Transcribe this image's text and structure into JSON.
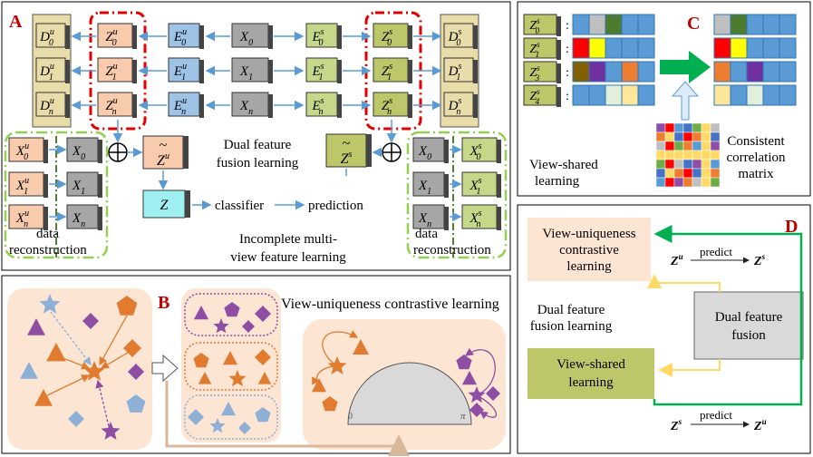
{
  "panelA": {
    "letter": "A",
    "rows": [
      {
        "D_left": "D",
        "D_left_sup": "u",
        "D_left_sub": "0",
        "Zu": "Z",
        "Zu_sub": "0",
        "Eu": "E",
        "Eu_sub": "0",
        "X": "X",
        "X_sub": "0",
        "Es": "E",
        "Es_sub": "0",
        "Zs": "Z",
        "Zs_sub": "0",
        "D_right": "D",
        "D_right_sub": "0"
      },
      {
        "D_left": "D",
        "D_left_sup": "u",
        "D_left_sub": "1",
        "Zu": "Z",
        "Zu_sub": "1",
        "Eu": "E",
        "Eu_sub": "1",
        "X": "X",
        "X_sub": "1",
        "Es": "E",
        "Es_sub": "1",
        "Zs": "Z",
        "Zs_sub": "1",
        "D_right": "D",
        "D_right_sub": "1"
      },
      {
        "D_left": "D",
        "D_left_sup": "u",
        "D_left_sub": "n",
        "Zu": "Z",
        "Zu_sub": "n",
        "Eu": "E",
        "Eu_sub": "n",
        "X": "X",
        "X_sub": "n",
        "Es": "E",
        "Es_sub": "n",
        "Zs": "Z",
        "Zs_sub": "n",
        "D_right": "D",
        "D_right_sub": "n"
      }
    ],
    "sup_u": "u",
    "sup_s": "s",
    "fusion_u": "Z",
    "fusion_s": "Z",
    "tilde": "~",
    "dual_label_1": "Dual feature",
    "dual_label_2": "fusion learning",
    "z_box": "Z",
    "classifier": "classifier",
    "prediction": "prediction",
    "recon_left_1": "data",
    "recon_left_2": "reconstruction",
    "recon_right_1": "data",
    "recon_right_2": "reconstruction",
    "incomplete_1": "Incomplete multi-",
    "incomplete_2": "view feature learning",
    "left_recon_rows": [
      {
        "Xhat": "X",
        "Xhat_sub": "0",
        "X": "X",
        "X_sub": "0"
      },
      {
        "Xhat": "X",
        "Xhat_sub": "1",
        "X": "X",
        "X_sub": "1"
      },
      {
        "Xhat": "X",
        "Xhat_sub": "n",
        "X": "X",
        "X_sub": "n"
      }
    ],
    "oplus": "⊕"
  },
  "panelB": {
    "letter": "B",
    "title": "View-uniqueness contrastive learning",
    "axis_zero": "0",
    "axis_pi": "π"
  },
  "panelC": {
    "letter": "C",
    "rows": [
      {
        "label": "Z",
        "sub": "0",
        "sup": "s",
        "colors": [
          "#5b9bd5",
          "#bfbfbf",
          "#4e7c2f",
          "#5b9bd5",
          "#5b9bd5"
        ]
      },
      {
        "label": "Z",
        "sub": "1",
        "sup": "s",
        "colors": [
          "#ff0000",
          "#ffff00",
          "#5b9bd5",
          "#5b9bd5",
          "#5b9bd5"
        ]
      },
      {
        "label": "Z",
        "sub": "3",
        "sup": "s",
        "colors": [
          "#806000",
          "#7030a0",
          "#5b9bd5",
          "#ed7d31",
          "#5b9bd5"
        ]
      },
      {
        "label": "Z",
        "sub": "4",
        "sup": "s",
        "colors": [
          "#5b9bd5",
          "#5b9bd5",
          "#e2efda",
          "#ffe699",
          "#5b9bd5"
        ]
      }
    ],
    "result_rows": [
      [
        "#bfbfbf",
        "#4e7c2f",
        "#5b9bd5",
        "#5b9bd5",
        "#5b9bd5"
      ],
      [
        "#ff0000",
        "#ffff00",
        "#5b9bd5",
        "#5b9bd5",
        "#5b9bd5"
      ],
      [
        "#ed7d31",
        "#5b9bd5",
        "#7030a0",
        "#5b9bd5",
        "#5b9bd5"
      ],
      [
        "#ffe699",
        "#5b9bd5",
        "#e2efda",
        "#5b9bd5",
        "#5b9bd5"
      ]
    ],
    "colon": ":",
    "view_shared_1": "View-shared",
    "view_shared_2": "learning",
    "consistent_1": "Consistent",
    "consistent_2": "correlation",
    "consistent_3": "matrix"
  },
  "panelD": {
    "letter": "D",
    "vu_1": "View-uniqueness",
    "vu_2": "contrastive",
    "vu_3": "learning",
    "predict_top": "predict",
    "zu_label": "Z",
    "zs_label": "Z",
    "sup_u": "u",
    "sup_s": "s",
    "dual_fusion_1": "Dual feature",
    "dual_fusion_2": "fusion learning",
    "box_fusion_1": "Dual feature",
    "box_fusion_2": "fusion",
    "vs_1": "View-shared",
    "vs_2": "learning",
    "predict_bottom": "predict"
  },
  "colors": {
    "red_letter": "#c00000",
    "orange_box": "#f8cbad",
    "blue_box": "#9dc3e6",
    "gray_box": "#a6a6a6",
    "green_box": "#c5d88a",
    "olive_box": "#bec66a",
    "tan_box": "#e8dca8",
    "cyan_box": "#9ff0f0",
    "arrow_blue": "#5b9bd5",
    "green_dashed": "#92d050",
    "red_dashed": "#e00000",
    "bg_peach": "#fde5d4",
    "orange": "#e07b30",
    "purple": "#8e4ea3",
    "light_blue": "#8eb0d6",
    "green_arrow": "#00b050",
    "yellow_arrow": "#ffd966"
  }
}
